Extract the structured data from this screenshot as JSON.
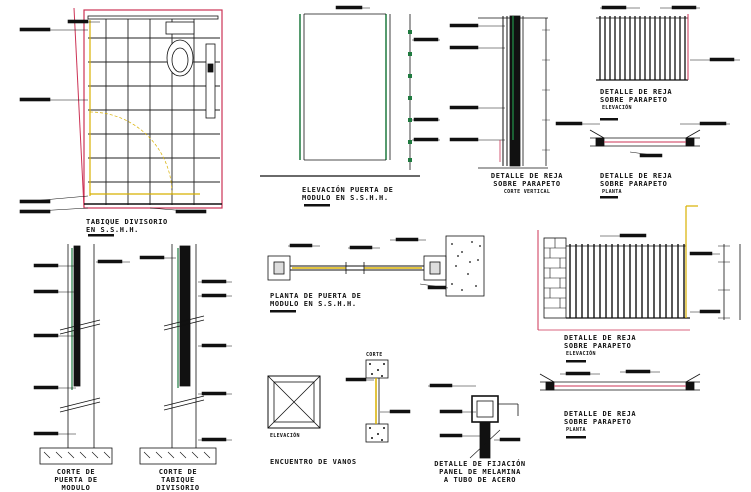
{
  "colors": {
    "ink": "#111111",
    "wall": "#cc3355",
    "door": "#d8b000",
    "post": "#1f7a3f",
    "tile": "#333333"
  },
  "titles": {
    "tabique_line1": "TABIQUE DIVISORIO",
    "tabique_line2": "EN S.S.H.H.",
    "elevacion_line1": "ELEVACIÓN PUERTA DE",
    "elevacion_line2": "MODULO EN S.S.H.H.",
    "detalle_reja_vertical_line1": "DETALLE DE REJA",
    "detalle_reja_vertical_line2": "SOBRE PARAPETO",
    "detalle_reja_vertical_sub": "CORTE VERTICAL",
    "detalle_reja_elev_top_line1": "DETALLE DE REJA",
    "detalle_reja_elev_top_line2": "SOBRE PARAPETO",
    "detalle_reja_elev_top_sub": "ELEVACIÓN",
    "detalle_reja_planta_top_line1": "DETALLE DE REJA",
    "detalle_reja_planta_top_line2": "SOBRE PARAPETO",
    "detalle_reja_planta_top_sub": "PLANTA",
    "planta_puerta_line1": "PLANTA DE PUERTA DE",
    "planta_puerta_line2": "MODULO EN S.S.H.H.",
    "detalle_reja_elev_big_line1": "DETALLE DE REJA",
    "detalle_reja_elev_big_line2": "SOBRE PARAPETO",
    "detalle_reja_elev_big_sub": "ELEVACIÓN",
    "detalle_reja_planta_big_line1": "DETALLE DE REJA",
    "detalle_reja_planta_big_line2": "SOBRE PARAPETO",
    "detalle_reja_planta_big_sub": "PLANTA",
    "corte_puerta_line1": "CORTE DE",
    "corte_puerta_line2": "PUERTA DE",
    "corte_puerta_line3": "MODULO",
    "corte_tabique_line1": "CORTE DE",
    "corte_tabique_line2": "TABIQUE",
    "corte_tabique_line3": "DIVISORIO",
    "elevacion_small": "ELEVACIÓN",
    "corte_small": "CORTE",
    "encuentro_vanos": "ENCUENTRO DE VANOS",
    "fijacion_line1": "DETALLE DE FIJACIÓN",
    "fijacion_line2": "PANEL DE MELAMINA",
    "fijacion_line3": "A TUBO DE ACERO"
  }
}
